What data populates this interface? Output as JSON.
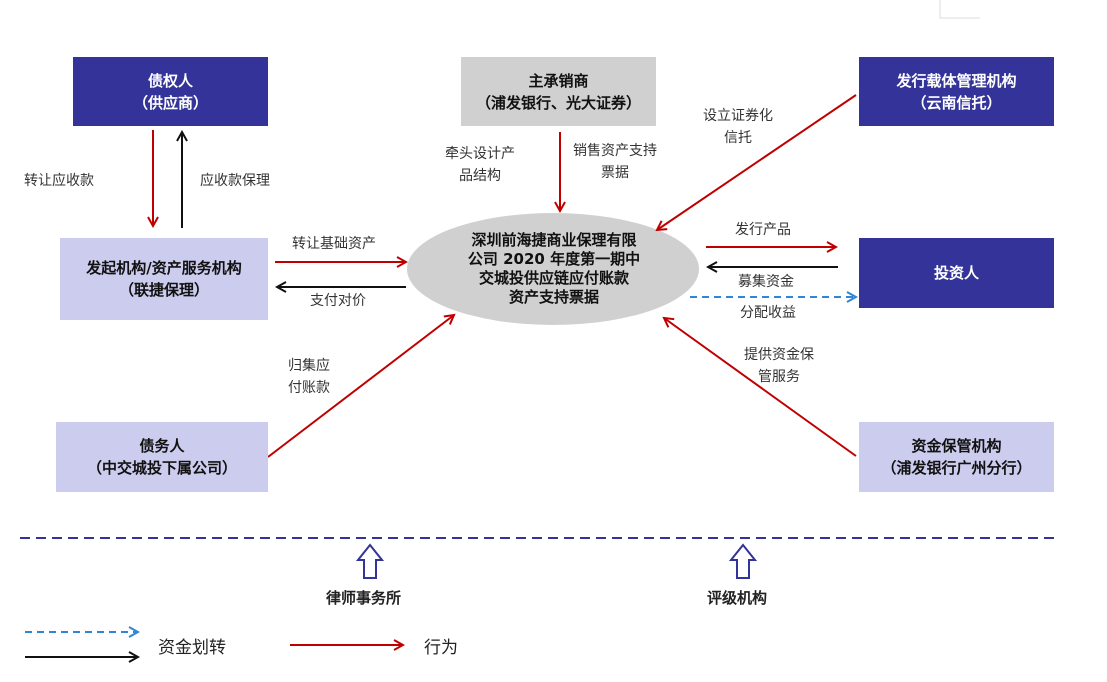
{
  "colors": {
    "dark_box": "#333399",
    "light_box": "#ccccee",
    "gray_box": "#d0d0d0",
    "action_arrow": "#c00000",
    "flow_arrow": "#111111",
    "fund_arrow": "#2e86d4"
  },
  "nodes": {
    "creditor": {
      "title": "债权人",
      "subtitle": "（供应商）"
    },
    "underwriter": {
      "title": "主承销商",
      "subtitle": "（浦发银行、光大证券）"
    },
    "issuer_vehicle": {
      "title": "发行载体管理机构",
      "subtitle": "（云南信托）"
    },
    "originator": {
      "title": "发起机构/资产服务机构",
      "subtitle": "（联捷保理）"
    },
    "center": {
      "lines": [
        "深圳前海捷商业保理有限",
        "公司 2020 年度第一期中",
        "交城投供应链应付账款",
        "资产支持票据"
      ]
    },
    "investor": {
      "title": "投资人"
    },
    "debtor": {
      "title": "债务人",
      "subtitle": "（中交城投下属公司）"
    },
    "custodian": {
      "title": "资金保管机构",
      "subtitle": "（浦发银行广州分行）"
    }
  },
  "edge_labels": {
    "transfer_receivables": "转让应收款",
    "receivables_factoring": "应收款保理",
    "transfer_base_assets": "转让基础资产",
    "pay_consideration": "支付对价",
    "collect_payables": [
      "归集应",
      "付账款"
    ],
    "lead_design": [
      "牵头设计产",
      "品结构"
    ],
    "sell_notes": [
      "销售资产支持",
      "票据"
    ],
    "set_up_trust": [
      "设立证券化",
      "信托"
    ],
    "issue_product": "发行产品",
    "raise_funds": "募集资金",
    "distribute_income": "分配收益",
    "custody_service": [
      "提供资金保",
      "管服务"
    ]
  },
  "bottom": {
    "law_firm": "律师事务所",
    "rating_agency": "评级机构"
  },
  "legend": {
    "fund_transfer": "资金划转",
    "action": "行为"
  }
}
